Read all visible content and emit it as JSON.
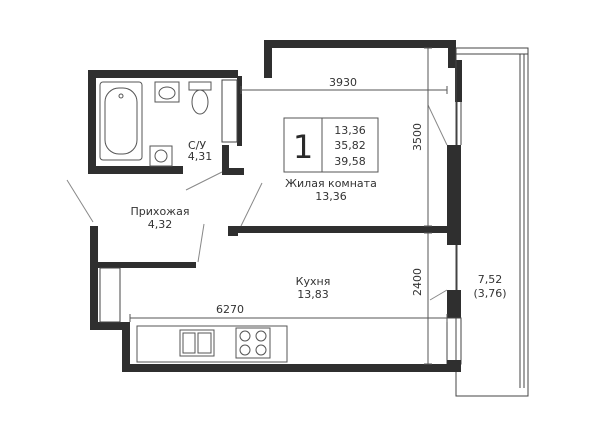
{
  "unit": {
    "rooms_count": "1",
    "areas": [
      "13,36",
      "35,82",
      "39,58"
    ]
  },
  "rooms": {
    "bathroom": {
      "name": "С/У",
      "area": "4,31"
    },
    "hallway": {
      "name": "Прихожая",
      "area": "4,32"
    },
    "living": {
      "name": "Жилая комната",
      "area": "13,36"
    },
    "kitchen": {
      "name": "Кухня",
      "area": "13,83"
    },
    "balcony": {
      "area": "7,52",
      "area_reduced": "(3,76)"
    }
  },
  "dimensions": {
    "living_width": "3930",
    "living_depth": "3500",
    "kitchen_depth": "2400",
    "kitchen_width": "6270"
  }
}
